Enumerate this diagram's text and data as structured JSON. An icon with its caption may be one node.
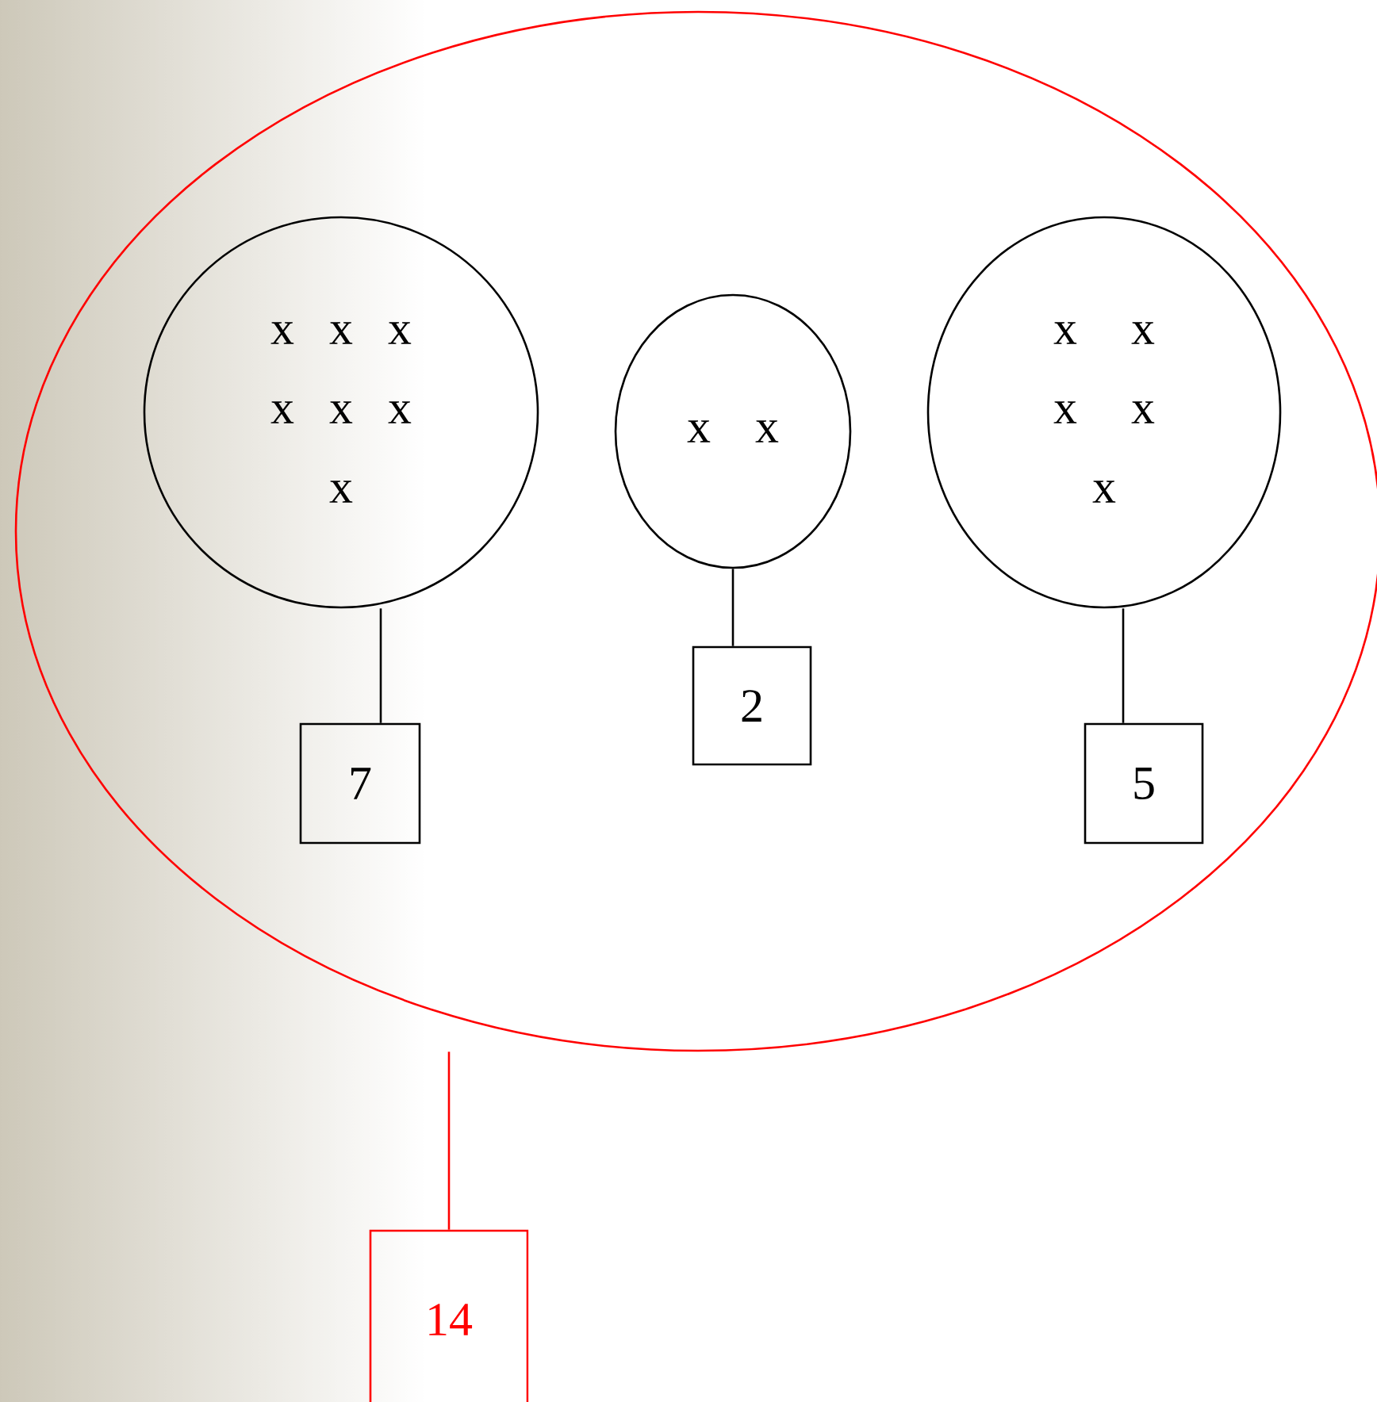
{
  "diagram": {
    "nodes": [
      {
        "text": [],
        "shape": "ellipse"
      },
      {
        "text": [
          "x x x x x x x"
        ],
        "in": 0
      },
      {
        "text": [
          "x x"
        ],
        "in": 0
      },
      {
        "text": [
          "x x x x x"
        ],
        "in": 0
      },
      {
        "text": [
          "7"
        ],
        "in": 0
      },
      {
        "text": [
          "2"
        ],
        "in": 0
      },
      {
        "text": [
          "5"
        ],
        "in": 0
      },
      {
        "text": [
          "14"
        ]
      }
    ],
    "edges": [
      {
        "from": 1,
        "to": 4,
        "arrow": "none"
      },
      {
        "from": 2,
        "to": 5,
        "arrow": "none"
      },
      {
        "from": 3,
        "to": 6,
        "arrow": "none"
      },
      {
        "from": 0,
        "to": 7,
        "arrow": "none",
        "color": "#ff0000"
      }
    ]
  }
}
